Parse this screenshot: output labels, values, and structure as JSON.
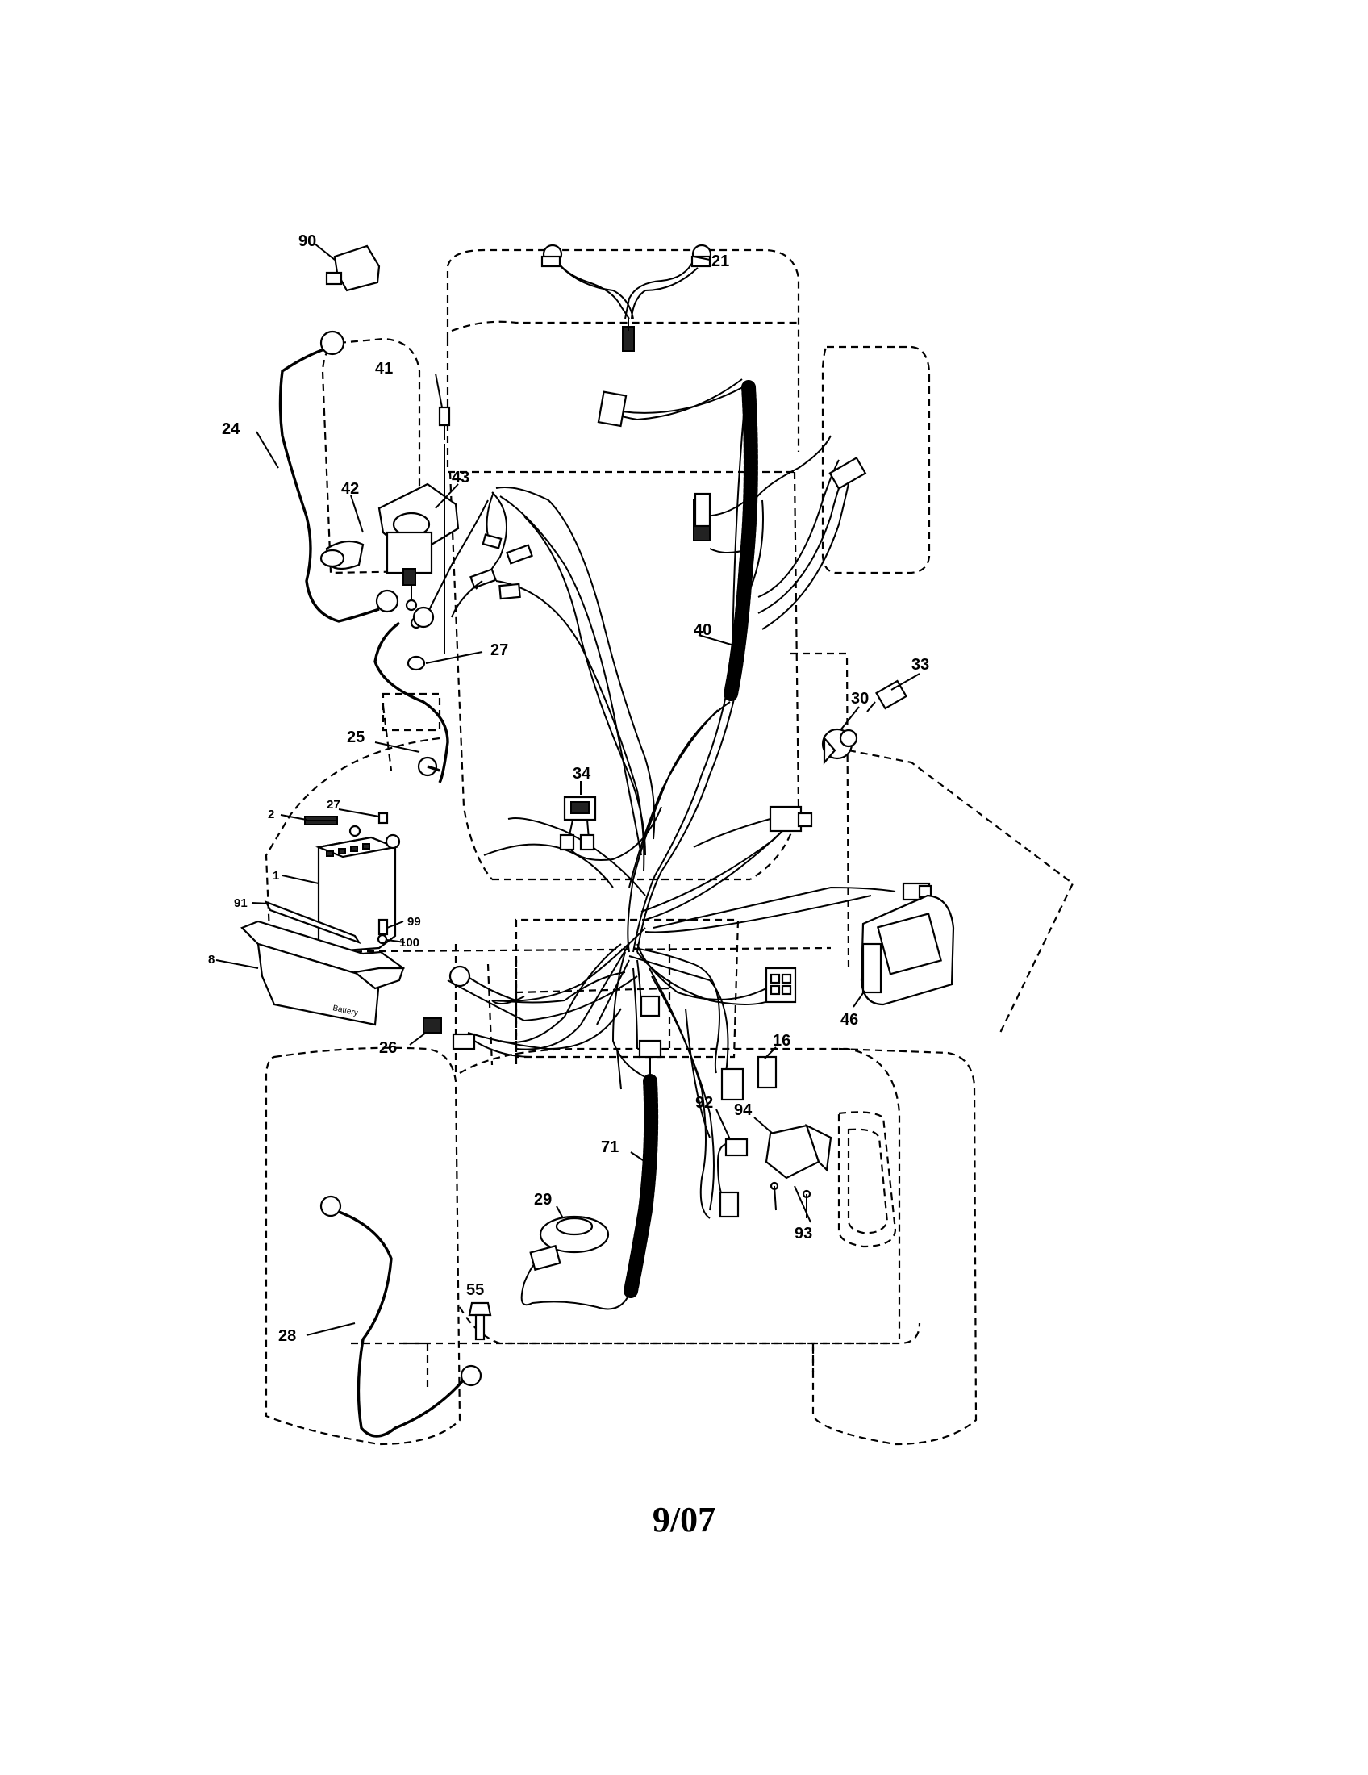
{
  "callouts": [
    {
      "label": "90"
    },
    {
      "label": "21"
    },
    {
      "label": "41"
    },
    {
      "label": "24"
    },
    {
      "label": "42"
    },
    {
      "label": "43"
    },
    {
      "label": "40"
    },
    {
      "label": "27"
    },
    {
      "label": "33"
    },
    {
      "label": "30"
    },
    {
      "label": "25"
    },
    {
      "label": "34"
    },
    {
      "label": "2"
    },
    {
      "label": "27"
    },
    {
      "label": "1"
    },
    {
      "label": "91"
    },
    {
      "label": "99"
    },
    {
      "label": "100"
    },
    {
      "label": "8"
    },
    {
      "label": "46"
    },
    {
      "label": "26"
    },
    {
      "label": "16"
    },
    {
      "label": "94"
    },
    {
      "label": "92"
    },
    {
      "label": "71"
    },
    {
      "label": "29"
    },
    {
      "label": "93"
    },
    {
      "label": "55"
    },
    {
      "label": "28"
    }
  ],
  "battery_box_text": "Battery",
  "footer": {
    "date": "9/07"
  }
}
